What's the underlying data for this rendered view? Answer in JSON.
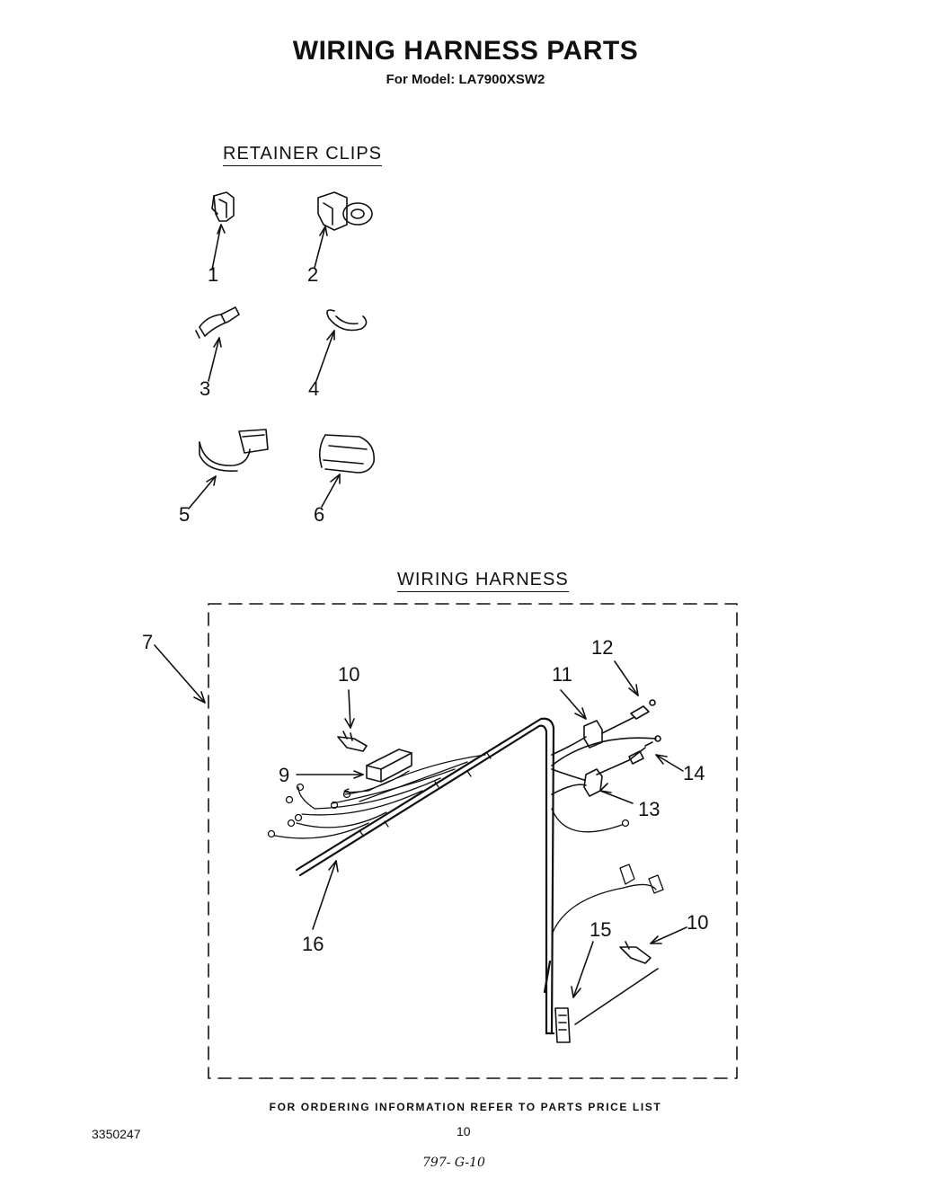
{
  "header": {
    "title": "WIRING HARNESS PARTS",
    "subtitle": "For Model: LA7900XSW2"
  },
  "sections": {
    "retainer_clips": "RETAINER CLIPS",
    "wiring_harness": "WIRING HARNESS"
  },
  "callouts": {
    "c1": "1",
    "c2": "2",
    "c3": "3",
    "c4": "4",
    "c5": "5",
    "c6": "6",
    "c7": "7",
    "c9": "9",
    "c10a": "10",
    "c10b": "10",
    "c11": "11",
    "c12": "12",
    "c13": "13",
    "c14": "14",
    "c15": "15",
    "c16": "16"
  },
  "footer": {
    "ordering_note": "FOR ORDERING INFORMATION REFER TO PARTS PRICE LIST",
    "document_number": "3350247",
    "page_number": "10",
    "handwritten_note": "797- G-10"
  }
}
